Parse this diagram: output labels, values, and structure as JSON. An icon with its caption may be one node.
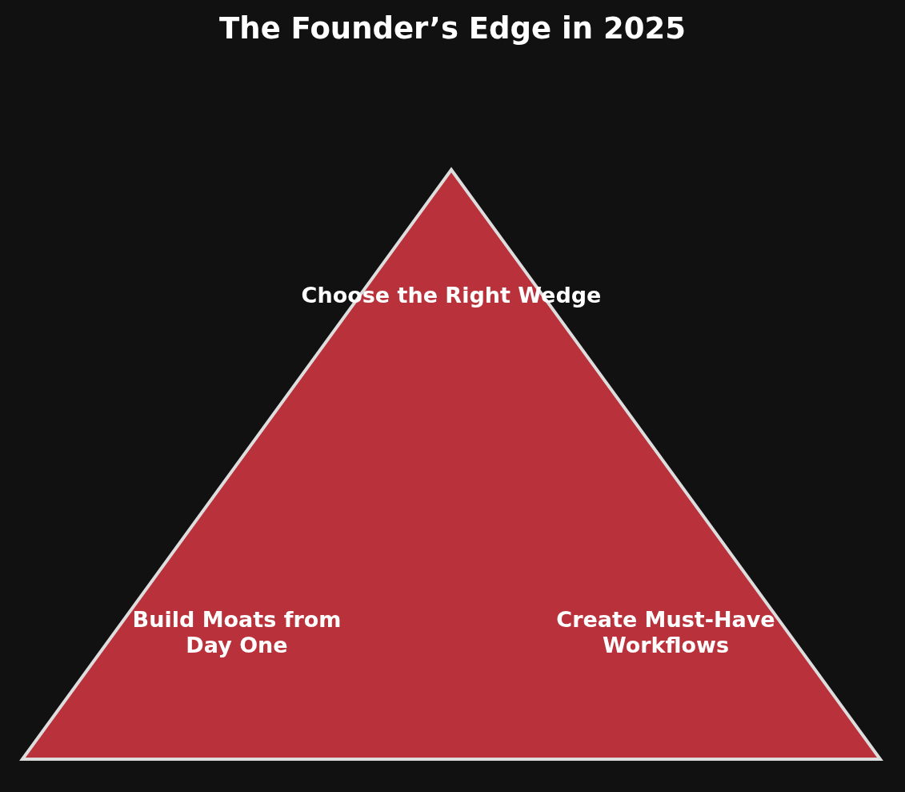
{
  "diagram": {
    "title": "The Founder’s Edge in 2025",
    "nodes": [
      {
        "text": [
          "Choose the Right Wedge",
          "Build Moats from Day One",
          "Create Must-Have Workflows"
        ]
      }
    ]
  }
}
